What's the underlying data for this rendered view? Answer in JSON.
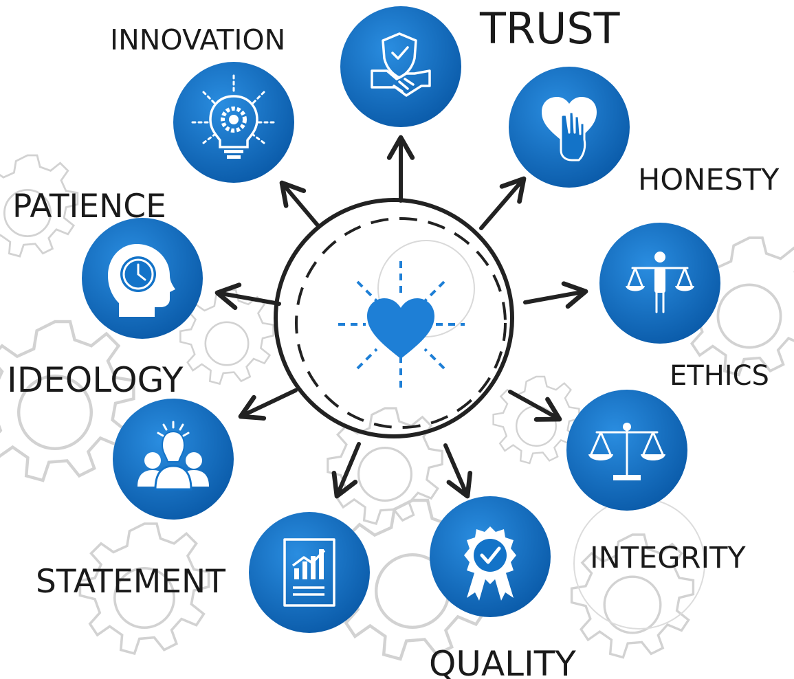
{
  "diagram": {
    "center_icon": "heart-with-rays-icon",
    "values": [
      {
        "key": "trust",
        "label": "TRUST",
        "icon": "shield-handshake-icon"
      },
      {
        "key": "honesty",
        "label": "HONESTY",
        "icon": "heart-hand-icon"
      },
      {
        "key": "ethics",
        "label": "ETHICS",
        "icon": "person-balance-icon"
      },
      {
        "key": "integrity",
        "label": "INTEGRITY",
        "icon": "scales-icon"
      },
      {
        "key": "quality",
        "label": "QUALITY",
        "icon": "award-badge-icon"
      },
      {
        "key": "statement",
        "label": "STATEMENT",
        "icon": "report-chart-icon"
      },
      {
        "key": "ideology",
        "label": "IDEOLOGY",
        "icon": "group-idea-icon"
      },
      {
        "key": "patience",
        "label": "PATIENCE",
        "icon": "head-clock-icon"
      },
      {
        "key": "innovation",
        "label": "INNOVATION",
        "icon": "lightbulb-gear-icon"
      }
    ]
  },
  "colors": {
    "node_blue": "#1373c8",
    "node_blue_dark": "#0b5aa8",
    "center_blue": "#1e7fd6",
    "outline": "#222222",
    "background_gear": "#d2d2d2"
  }
}
